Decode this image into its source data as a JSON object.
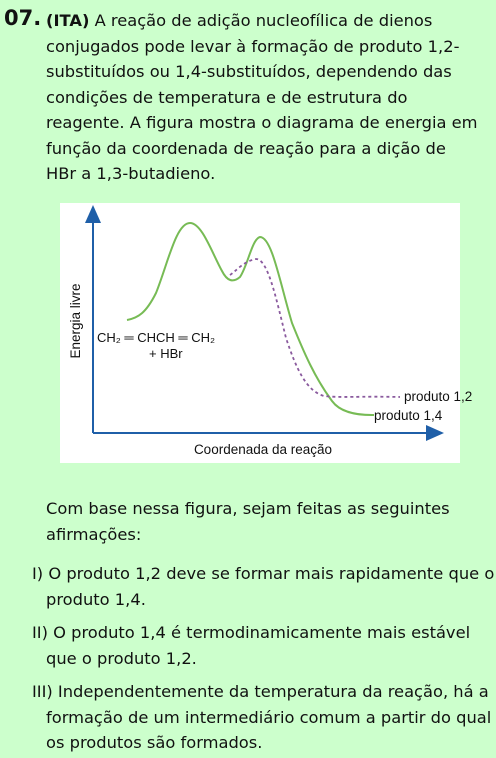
{
  "question": {
    "number": "07.",
    "source": "(ITA)",
    "intro": "A reação de adição nucleofílica de dienos conjugados pode levar à formação de produto 1,2-substituídos ou 1,4-substituídos, dependendo das condições de temperatura e de estrutura do reagente. A figura mostra o diagrama de energia em função da coordenada de reação para a dição de HBr a 1,3-butadieno."
  },
  "figure": {
    "y_axis_label": "Energia livre",
    "x_axis_label": "Coordenada da reação",
    "reactant_line1": "CH₂ ═ CHCH ═ CH₂",
    "reactant_line2": "+ HBr",
    "product_1_2": "produto 1,2",
    "product_1_4": "produto 1,4",
    "colors": {
      "axis": "#1f5fa8",
      "curve_1_4": "#77bb55",
      "curve_1_2": "#8a5a9e"
    }
  },
  "lead": "Com base nessa figura, sejam feitas as seguintes afirmações:",
  "statements": [
    "I) O produto 1,2 deve se formar mais rapidamente que o produto 1,4.",
    "II) O produto 1,4 é termodinamicamente mais estável que o produto 1,2.",
    "III) Independentemente da temperatura da reação, há a formação de um intermediário comum a partir do qual os produtos são formados."
  ]
}
